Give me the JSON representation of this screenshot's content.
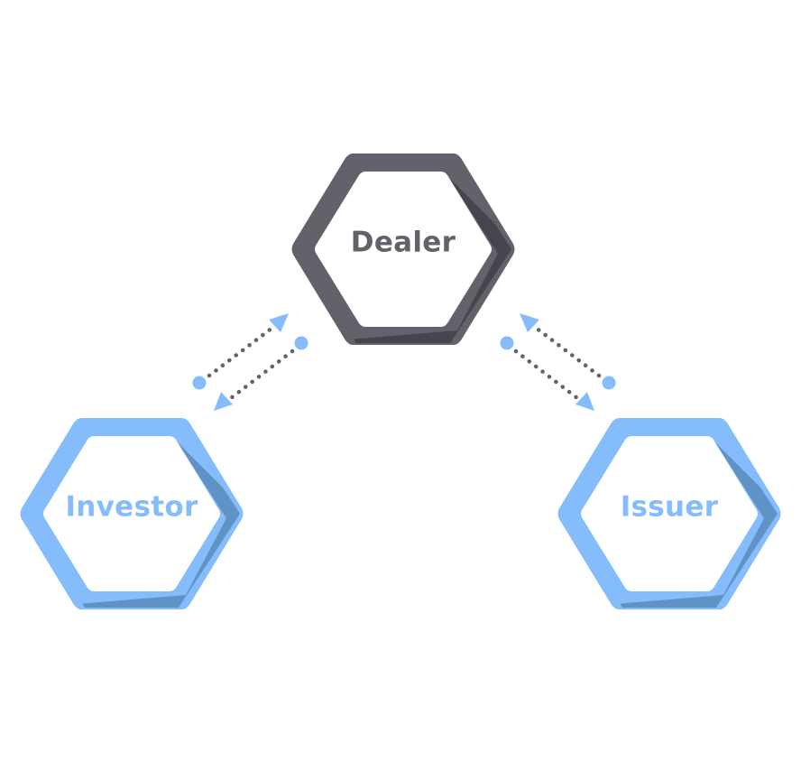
{
  "colors": {
    "background": "#ffffff",
    "dealer_main": "#636169",
    "dealer_shadow": "#46444c",
    "party_main": "#85bcfb",
    "party_shadow": "#6093c5",
    "connector_dots": "#636169",
    "connector_ends": "#85bcfb"
  },
  "nodes": {
    "dealer": {
      "label": "Dealer",
      "icon": "hexagon"
    },
    "investor": {
      "label": "Investor",
      "icon": "hexagon"
    },
    "issuer": {
      "label": "Issuer",
      "icon": "hexagon"
    }
  },
  "connections": [
    {
      "from": "investor",
      "to": "dealer",
      "direction": "to-dealer"
    },
    {
      "from": "dealer",
      "to": "investor",
      "direction": "to-investor"
    },
    {
      "from": "issuer",
      "to": "dealer",
      "direction": "to-dealer"
    },
    {
      "from": "dealer",
      "to": "issuer",
      "direction": "to-issuer"
    }
  ]
}
